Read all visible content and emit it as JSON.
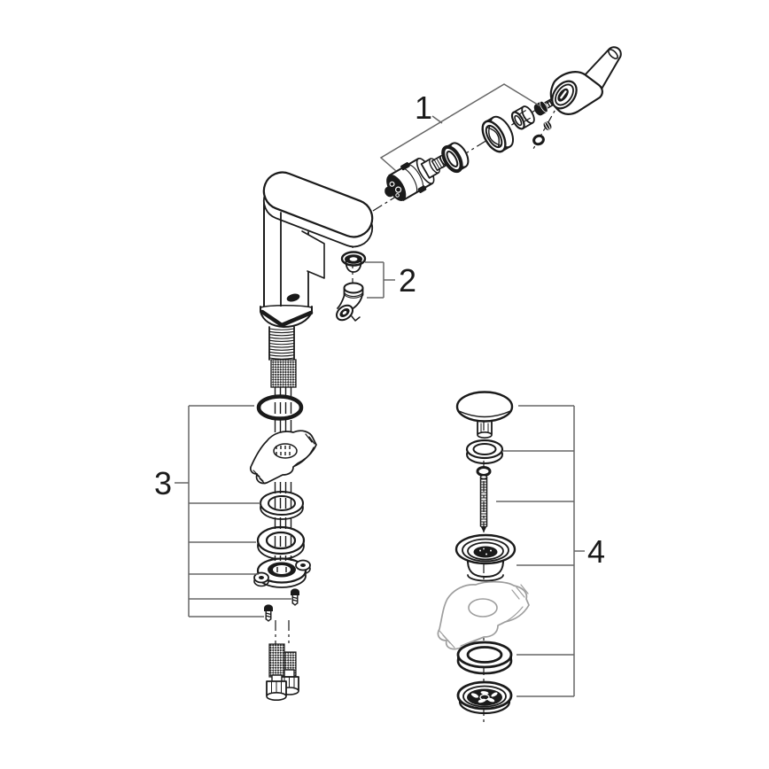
{
  "diagram": {
    "kind": "exploded-parts-diagram",
    "subject": "single-lever basin mixer faucet with pop-up waste",
    "background_color": "#ffffff",
    "line_color": "#1a1a1a",
    "callout_line_color": "#666666",
    "cutaway_line_color": "#9e9e9e"
  },
  "callouts": [
    {
      "label": "1",
      "target": "lever handle and cartridge assembly"
    },
    {
      "label": "2",
      "target": "mousseur aerator assembly"
    },
    {
      "label": "3",
      "target": "fastening set: o-ring, washers, mounting bracket, screws, supply hoses"
    },
    {
      "label": "4",
      "target": "pop-up waste set: plug, washer, screw, flange, seal, nut"
    }
  ],
  "assemblies": {
    "handle": [
      "cartridge",
      "sleeve-ring",
      "dome-ring",
      "adapter-bushing",
      "fixing-screw",
      "lever-handle",
      "cone-nut",
      "retaining-ring"
    ],
    "aerator": [
      "seal-ring",
      "angled-mousseur"
    ],
    "mounting": [
      "o-ring",
      "sink-deck-cutaway",
      "washer",
      "rubber-washer",
      "mounting-bracket",
      "fixing-screw",
      "fixing-screw",
      "supply-hose",
      "supply-hose"
    ],
    "waste": [
      "plug-cap",
      "washer",
      "small-ring",
      "connecting-screw",
      "waste-flange",
      "sink-deck-cutaway",
      "rubber-seal",
      "waste-nut"
    ]
  }
}
